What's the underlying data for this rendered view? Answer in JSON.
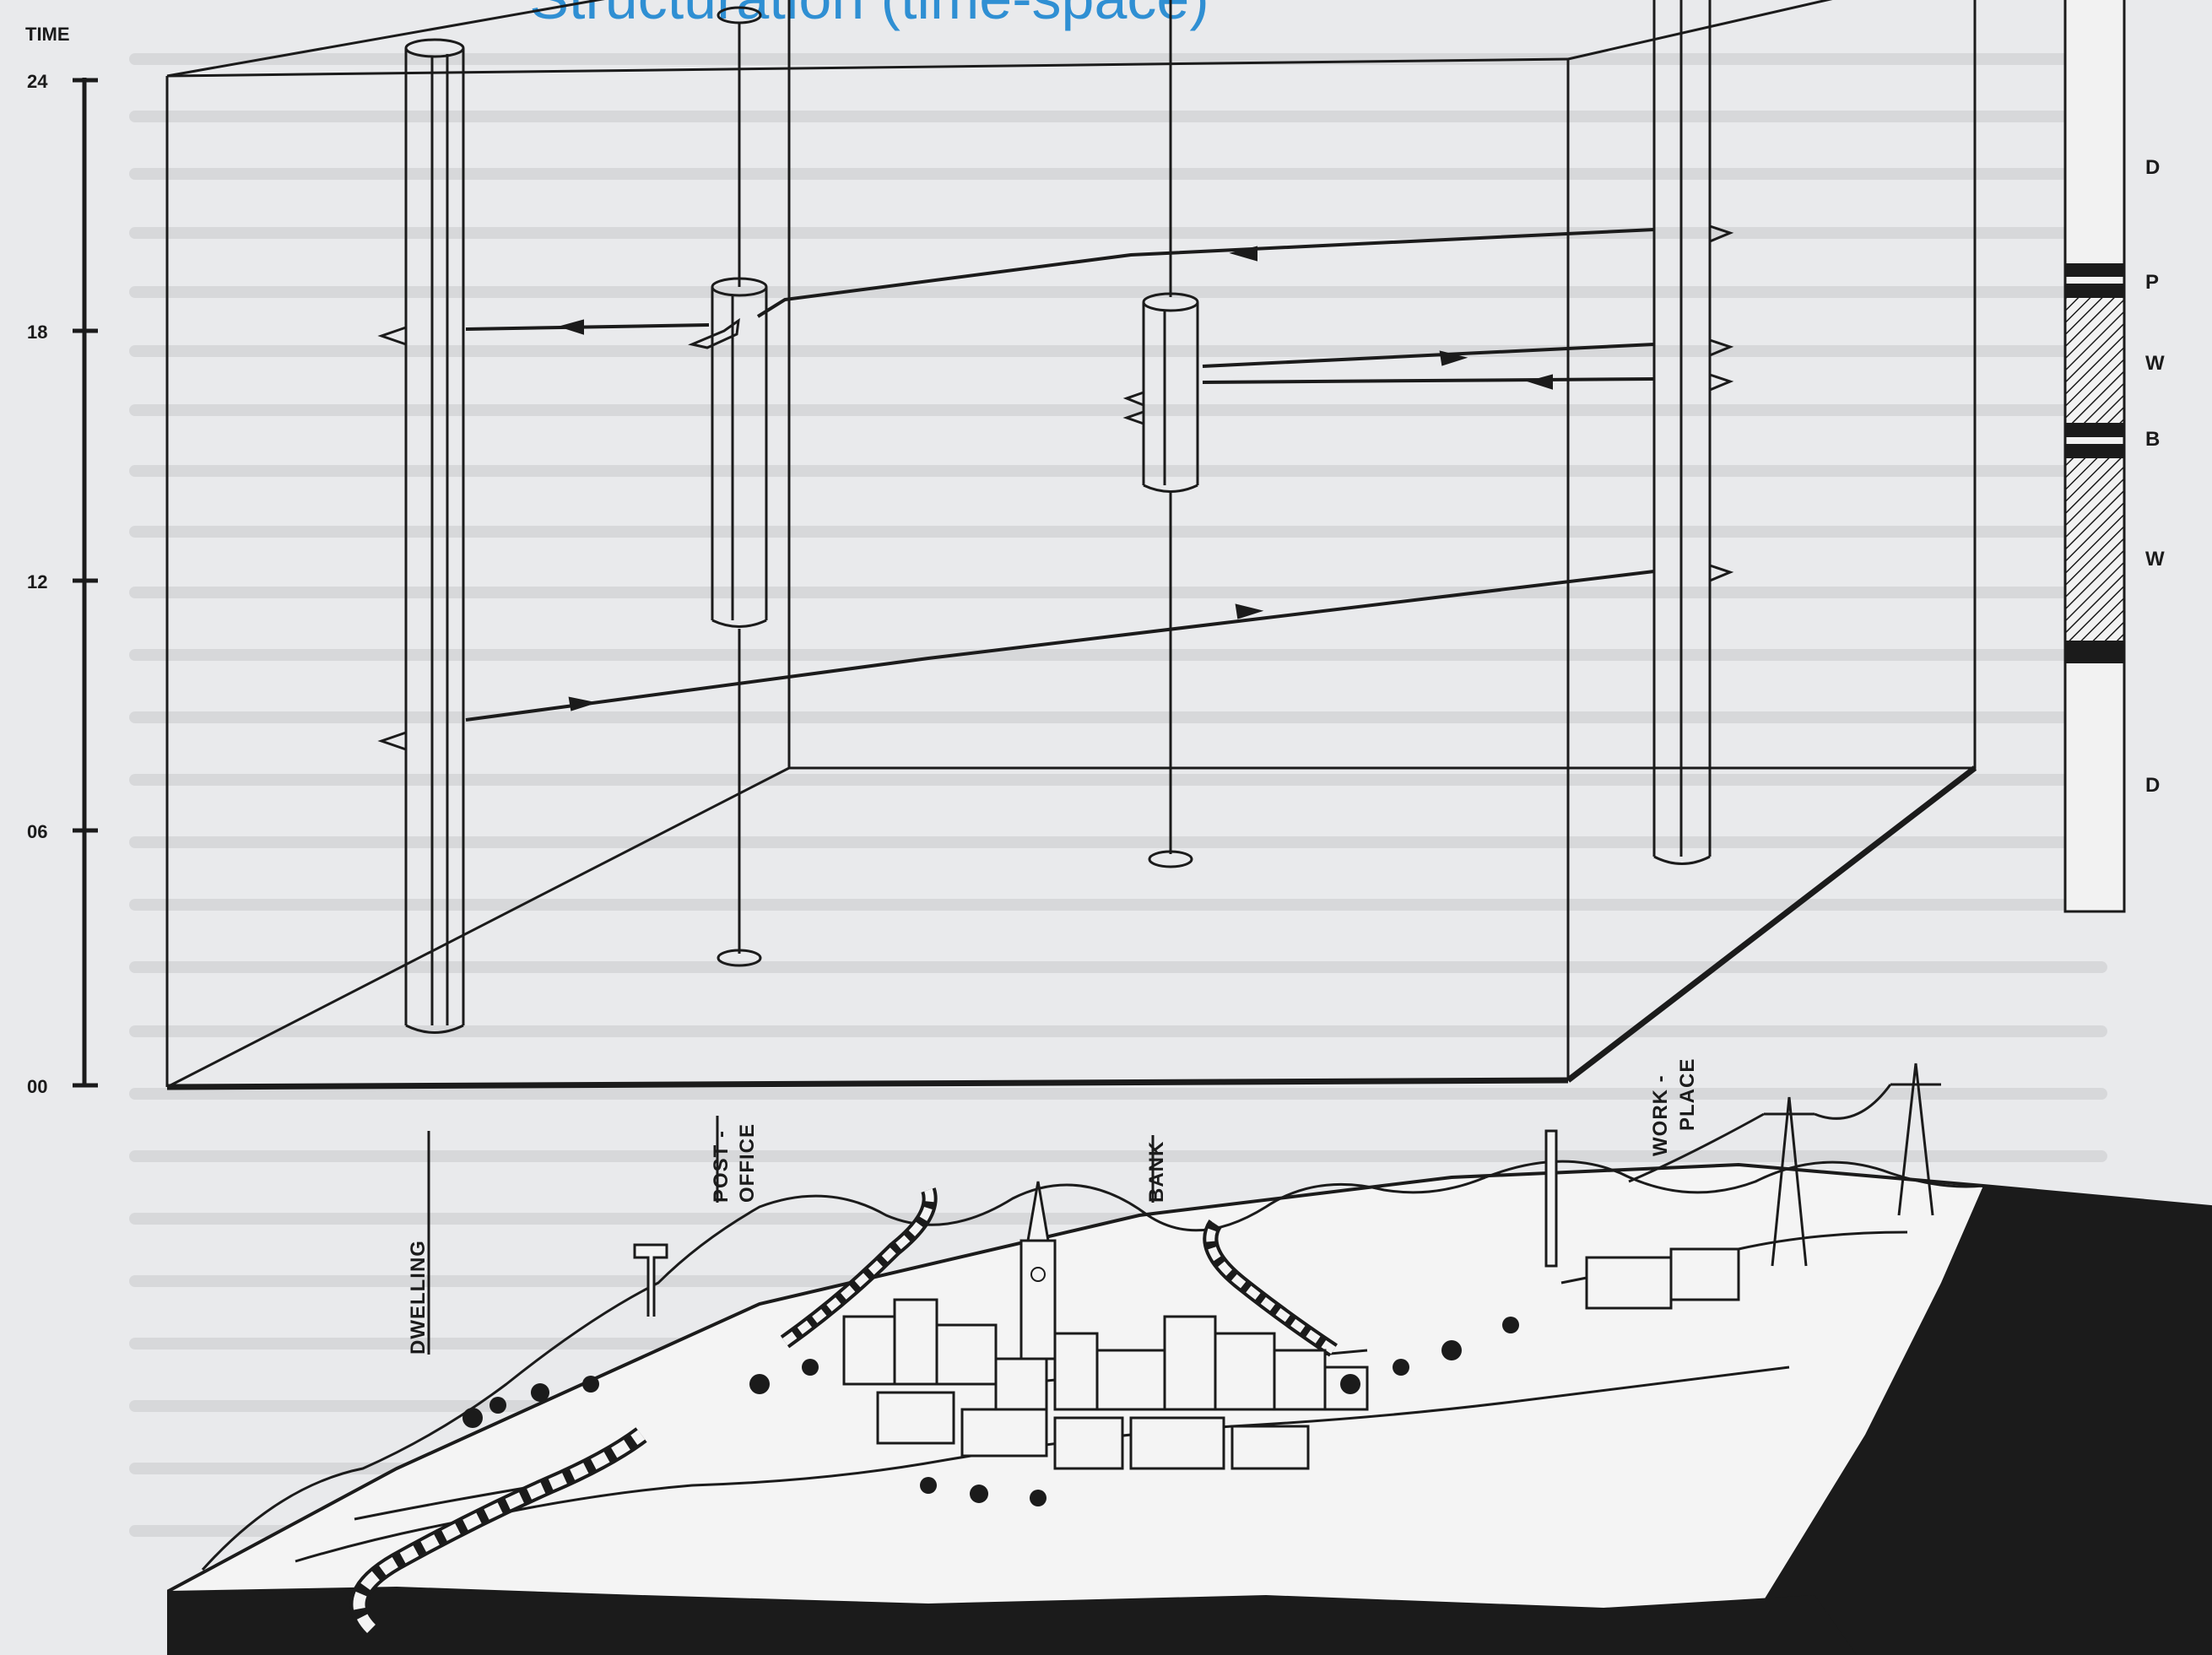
{
  "title_fragment": "Structuration (time-space)",
  "axis": {
    "title": "TIME",
    "ticks": [
      "24",
      "18",
      "12",
      "06",
      "00"
    ]
  },
  "places": [
    {
      "id": "dwelling",
      "label": "DWELLING"
    },
    {
      "id": "post-office",
      "label_line1": "POST -",
      "label_line2": "OFFICE"
    },
    {
      "id": "bank",
      "label": "BANK"
    },
    {
      "id": "workplace",
      "label_line1": "WORK -",
      "label_line2": "PLACE"
    }
  ],
  "activity_bar": {
    "labels": [
      "D",
      "P",
      "W",
      "B",
      "W",
      "D"
    ]
  },
  "colors": {
    "ink": "#1b1b1b",
    "paper": "#e9eaec",
    "title": "#2f8fd3"
  }
}
